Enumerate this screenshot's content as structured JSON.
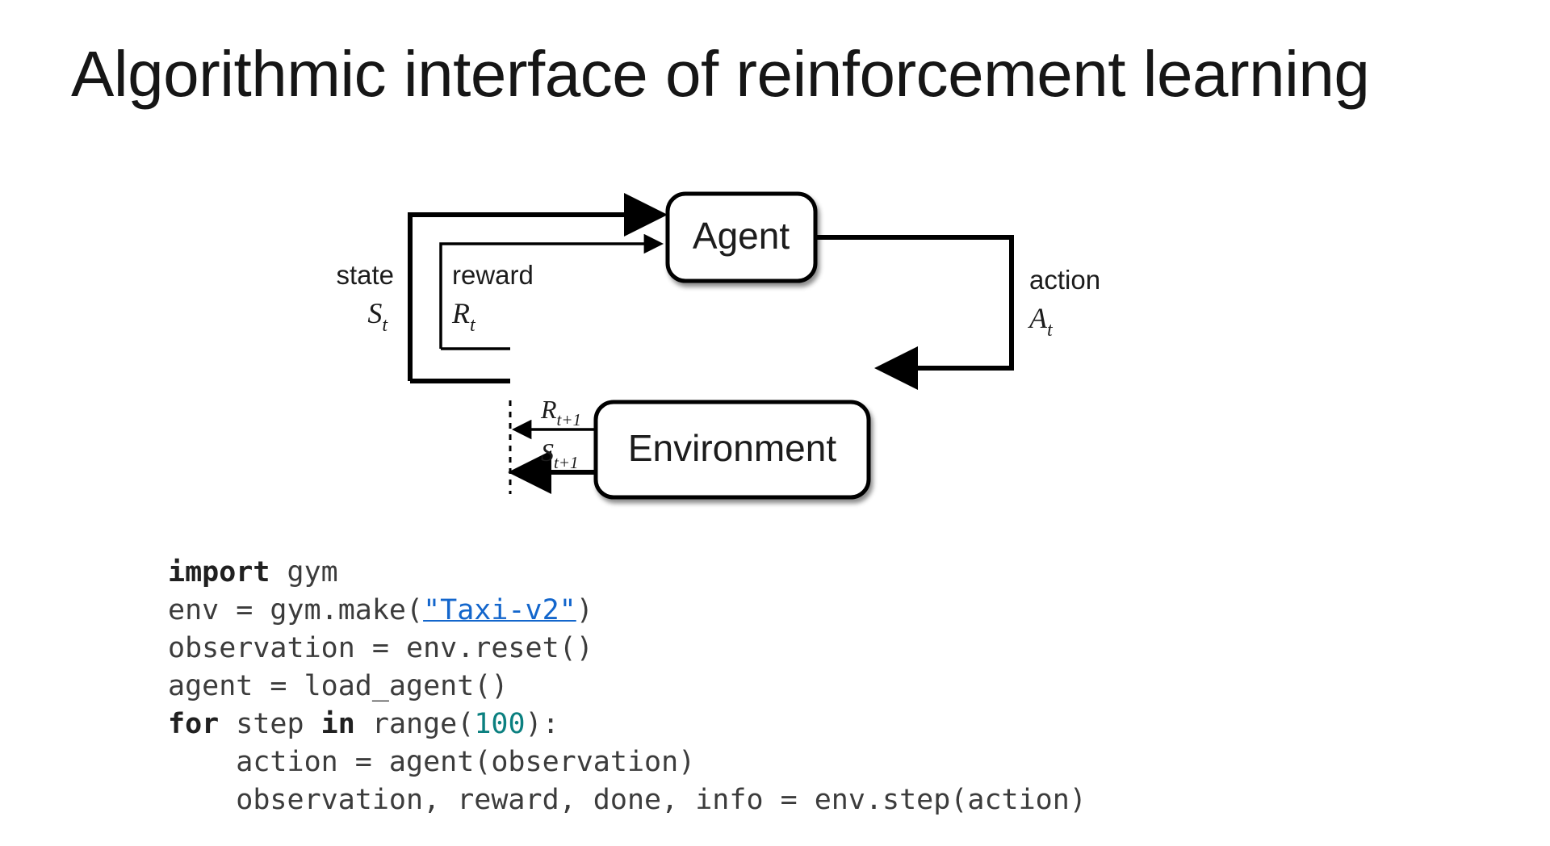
{
  "slide": {
    "title": "Algorithmic interface of reinforcement learning",
    "background_color": "#ffffff",
    "title_color": "#161616"
  },
  "diagram": {
    "type": "agent-environment-loop",
    "nodes": [
      {
        "id": "agent",
        "label": "Agent"
      },
      {
        "id": "environment",
        "label": "Environment"
      }
    ],
    "edge_labels": {
      "state_word": "state",
      "state_symbol": "S",
      "state_sub": "t",
      "reward_word": "reward",
      "reward_symbol": "R",
      "reward_sub": "t",
      "action_word": "action",
      "action_symbol": "A",
      "action_sub": "t",
      "next_reward_symbol": "R",
      "next_reward_sub": "t+1",
      "next_state_symbol": "S",
      "next_state_sub": "t+1"
    },
    "stroke_color": "#000000",
    "fill_color": "#ffffff"
  },
  "code": {
    "language": "python",
    "keyword_color": "#202020",
    "link_color": "#1366cc",
    "number_color": "#0b8080",
    "text_color": "#3c3c3c",
    "lines": [
      {
        "id": "line-1",
        "tokens": [
          {
            "type": "keyword",
            "text": "import"
          },
          {
            "type": "plain",
            "text": " gym"
          }
        ]
      },
      {
        "id": "line-2",
        "tokens": [
          {
            "type": "plain",
            "text": "env = gym.make("
          },
          {
            "type": "link",
            "text": "\"Taxi-v2\""
          },
          {
            "type": "plain",
            "text": ")"
          }
        ]
      },
      {
        "id": "line-3",
        "tokens": [
          {
            "type": "plain",
            "text": "observation = env.reset()"
          }
        ]
      },
      {
        "id": "line-4",
        "tokens": [
          {
            "type": "plain",
            "text": "agent = load_agent()"
          }
        ]
      },
      {
        "id": "line-5",
        "tokens": [
          {
            "type": "keyword",
            "text": "for"
          },
          {
            "type": "plain",
            "text": " step "
          },
          {
            "type": "keyword",
            "text": "in"
          },
          {
            "type": "plain",
            "text": " range("
          },
          {
            "type": "number",
            "text": "100"
          },
          {
            "type": "plain",
            "text": "):"
          }
        ]
      },
      {
        "id": "line-6",
        "tokens": [
          {
            "type": "plain",
            "text": "    action = agent(observation)"
          }
        ]
      },
      {
        "id": "line-7",
        "tokens": [
          {
            "type": "plain",
            "text": "    observation, reward, done, info = env.step(action)"
          }
        ]
      }
    ]
  }
}
